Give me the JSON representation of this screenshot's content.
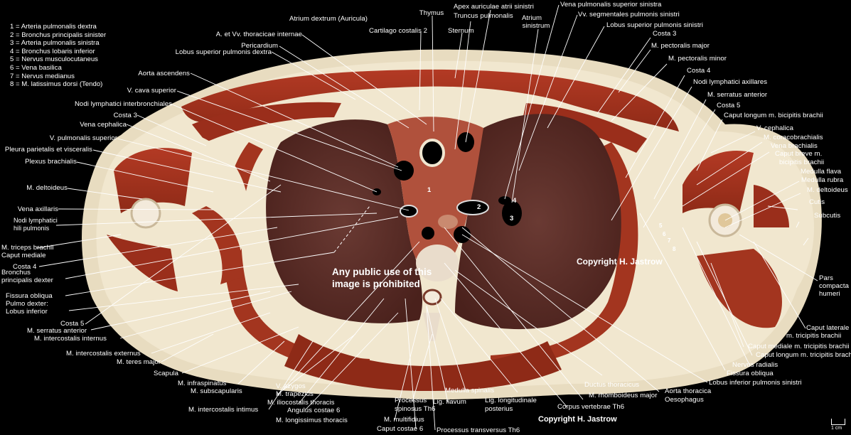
{
  "legend": [
    "1 = Arteria pulmonalis dextra",
    "2 = Bronchus principalis sinister",
    "3 = Arteria pulmonalis sinistra",
    "4 = Bronchus lobaris inferior",
    "5 = Nervus musculocutaneus",
    "6 = Vena basilica",
    "7 = Nervus medianus",
    "8 = M. latissimus dorsi (Tendo)"
  ],
  "labels_left": [
    "A. et Vv. thoracicae internae",
    "Pericardium",
    "Lobus superior pulmonis dextra",
    "Aorta ascendens",
    "V. cava superior",
    "Nodi lymphatici interbronchiales",
    "Costa 3",
    "Vena cephalica",
    "V. pulmonalis superior",
    "Pleura parietalis et visceralis",
    "Plexus brachialis",
    "M. deltoideus",
    "Vena axillaris",
    "Nodi lymphatici",
    "hili pulmonis",
    "M. triceps brachii",
    "Caput mediale",
    "Costa 4",
    "Bronchus",
    "principalis dexter",
    "Fissura obliqua",
    "Pulmo dexter:",
    "Lobus inferior",
    "Costa 5",
    "M. serratus anterior",
    "M. intercostalis internus",
    "M. intercostalis externus",
    "M. teres major",
    "Scapula",
    "M. infraspinatus",
    "M. subscapularis",
    "M. intercostalis intimus"
  ],
  "labels_top": [
    "Atrium dextrum (Auricula)",
    "Cartilago costalis 2",
    "Thymus",
    "Apex auriculae atrii sinistri",
    "Truncus pulmonalis",
    "Sternum",
    "Atrium",
    "sinistrum",
    "Vena pulmonalis superior sinistra",
    "Vv. segmentales pulmonis sinistri",
    "Lobus superior pulmonis sinistri",
    "Costa 3"
  ],
  "labels_right": [
    "M. pectoralis major",
    "M. pectoralis minor",
    "Costa 4",
    "Nodi lymphatici axillares",
    "M. serratus anterior",
    "Costa 5",
    "Caput longum m. bicipitis brachii",
    "V. cephalica",
    "M. coracobrachialis",
    "Vena brachialis",
    "Caput breve m.",
    "bicipitis brachii",
    "Medulla flava",
    "Medulla rubra",
    "M. deltoideus",
    "Cutis",
    "Subcutis",
    "Pars",
    "compacta",
    "humeri",
    "Caput laterale",
    "m. tricipitis brachii",
    "Caput mediale m. tricipitis brachii",
    "Caput longum m. tricipitis brachii",
    "Nervus radialis"
  ],
  "labels_bottom": [
    "V. azygos",
    "M. trapezius",
    "M. iliocostalis thoracis",
    "Angulus costae 6",
    "M. longissimus thoracis",
    "Processus",
    "spinosus Th6",
    "M. multifidius",
    "Caput costae 6",
    "Processus transversus Th6",
    "Medulla spinalis",
    "Lig. flavum",
    "Lig. longitudinale",
    "posterius",
    "Corpus vertebrae Th6",
    "M. rhomboideus major",
    "Ductus thoracicus",
    "Oesophagus",
    "Aorta thoracica",
    "Lobus inferior pulmonis sinistri",
    "Fissura obliqua"
  ],
  "structure_numbers": [
    "1",
    "2",
    "3",
    "4",
    "5",
    "6",
    "7",
    "8"
  ],
  "warning": [
    "Any public use of this",
    "image is prohibited"
  ],
  "copyright": "Copyright H. Jastrow",
  "scale_label": "1 cm",
  "colors": {
    "background": "#000000",
    "skin": "#e8dcc0",
    "muscle": "#a8321f",
    "muscle_dark": "#8a2616",
    "lung": "#5a2d27",
    "fat": "#f1e7cf",
    "bone": "#efe6d2",
    "label": "#ffffff"
  }
}
